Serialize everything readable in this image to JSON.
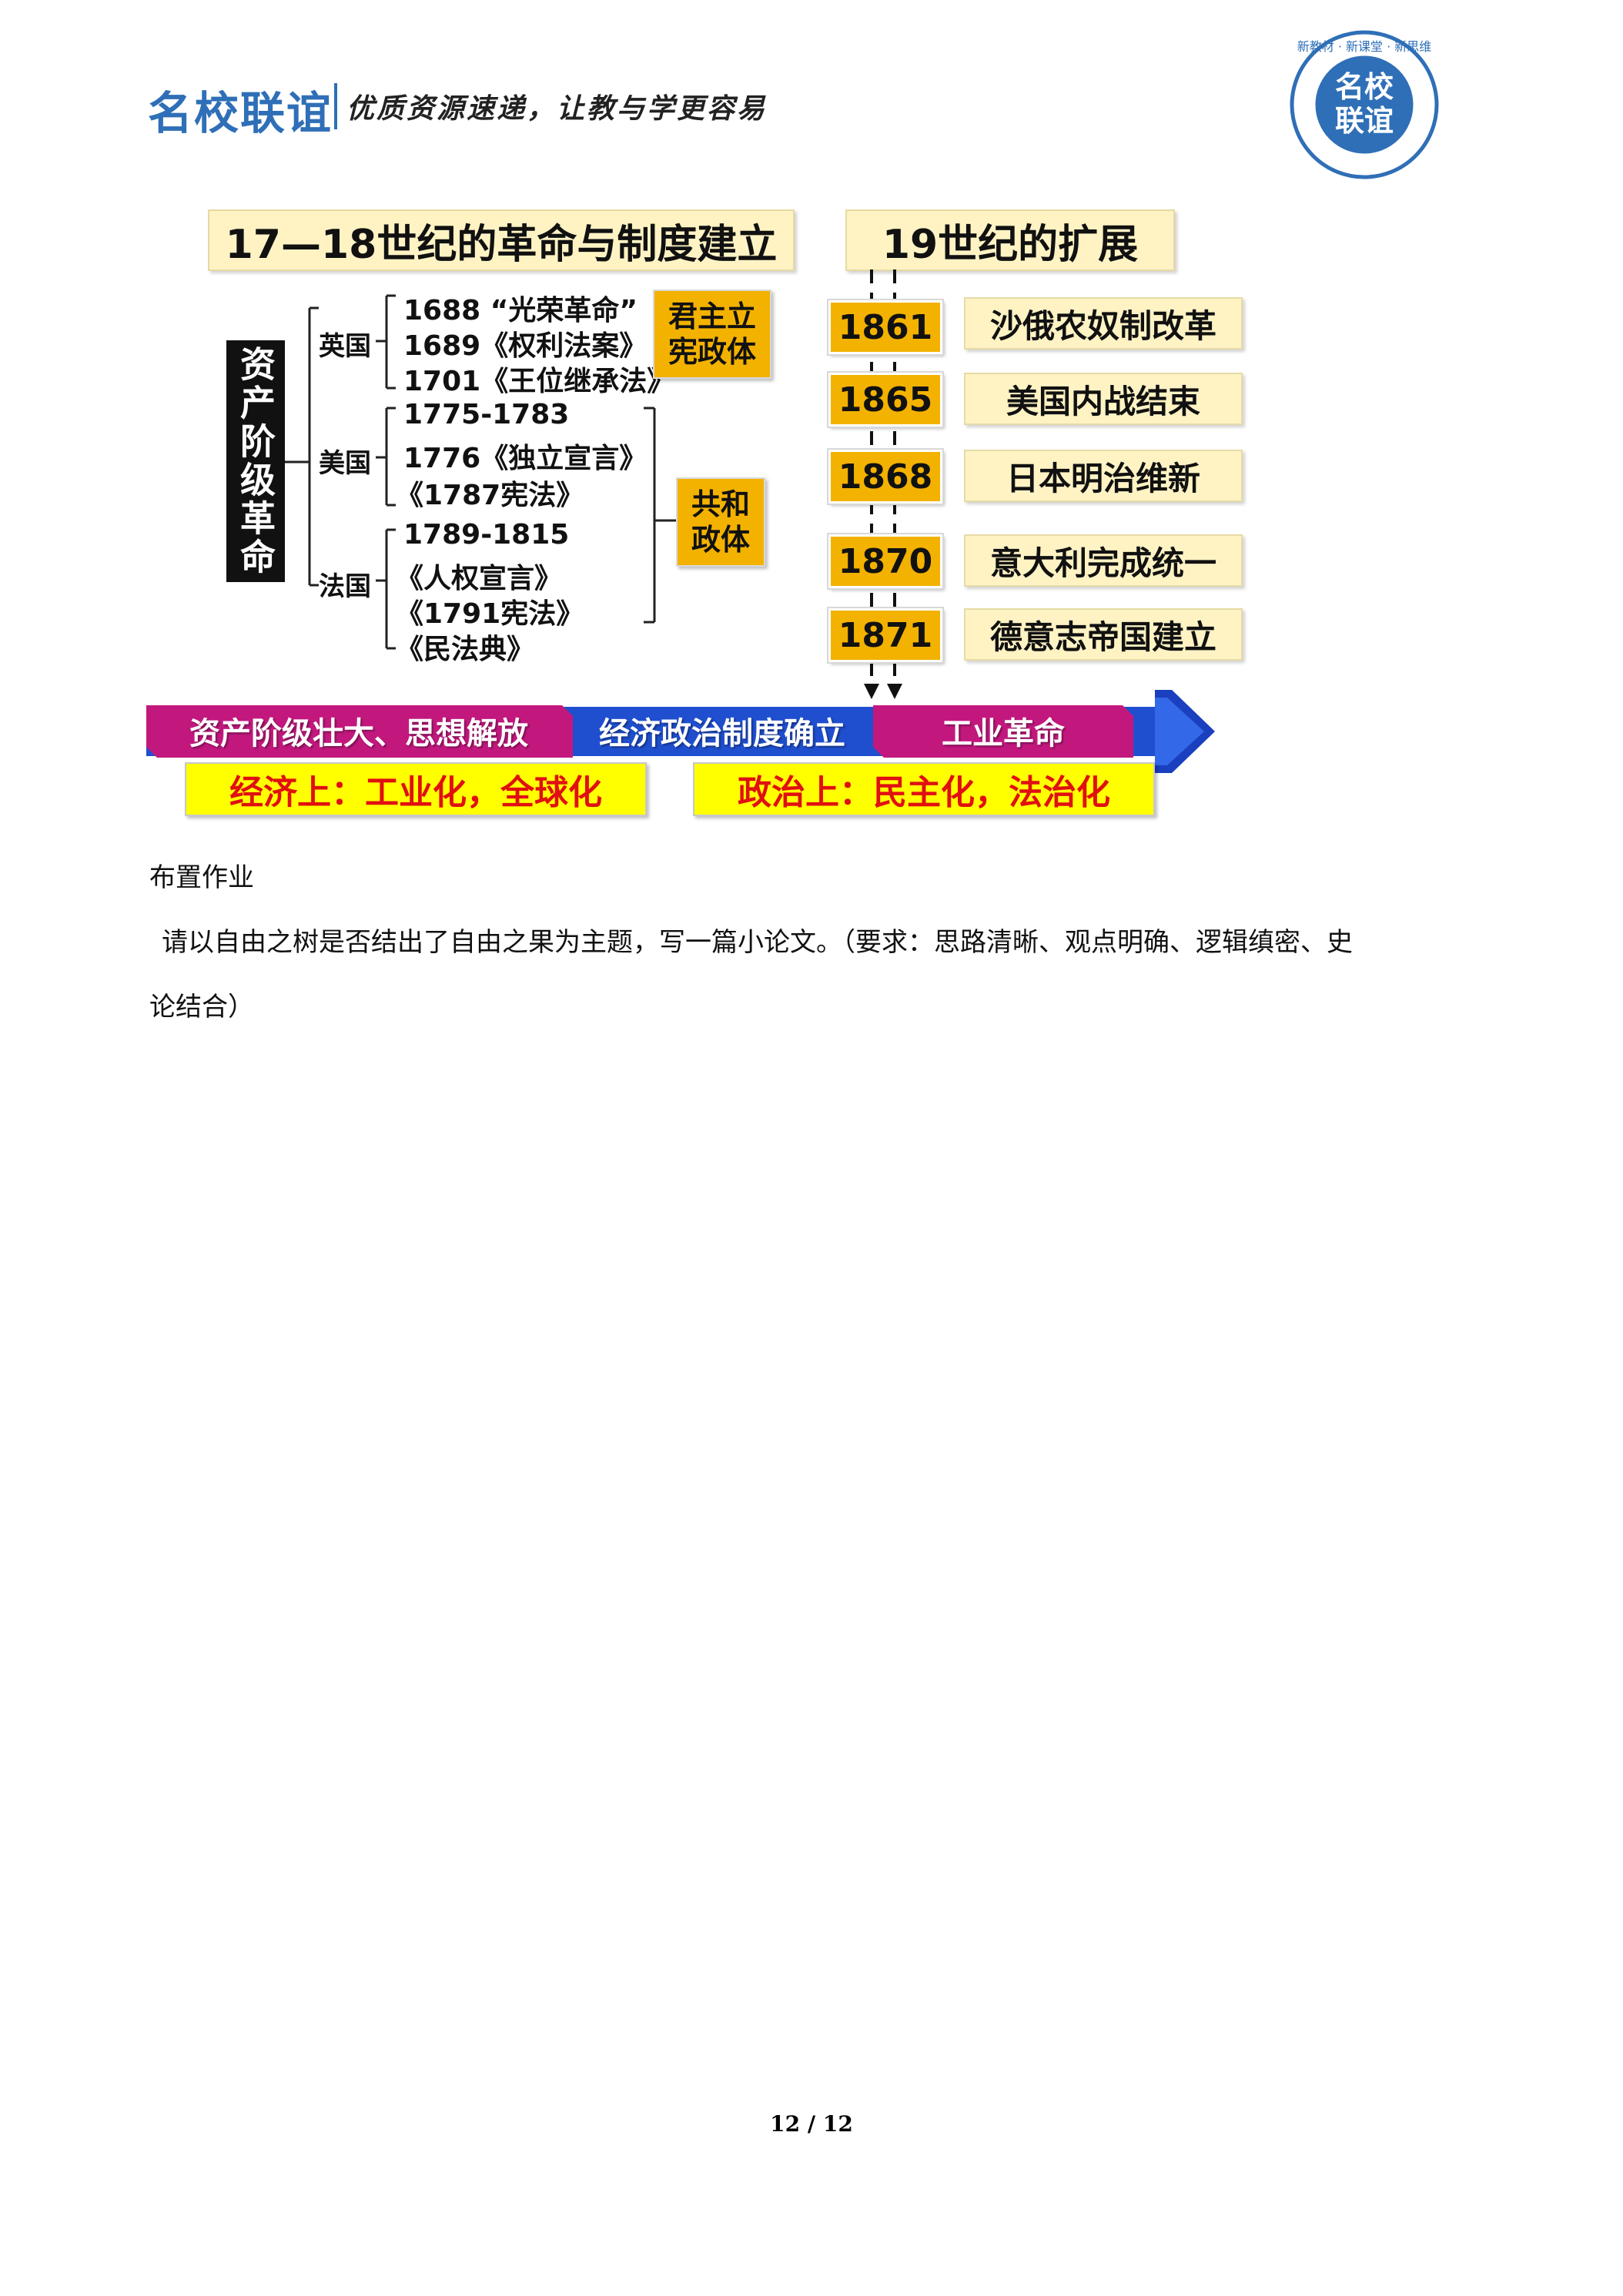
{
  "header": {
    "logo_text": "名校联谊",
    "slogan": "优质资源速递，让教与学更容易",
    "seal_center": "名校\n联谊",
    "seal_ring": "新教材 · 新课堂 · 新思维"
  },
  "diagram": {
    "left_title": "17—18世纪的革命与制度建立",
    "right_title": "19世纪的扩展",
    "vertical_label": "资产阶级革命",
    "countries": [
      {
        "name": "英国",
        "items": [
          "1688 “光荣革命”",
          "1689《权利法案》",
          "1701《王位继承法》"
        ]
      },
      {
        "name": "美国",
        "items": [
          "1775-1783",
          "1776《独立宣言》",
          "《1787宪法》"
        ]
      },
      {
        "name": "法国",
        "items": [
          "1789-1815",
          "《人权宣言》",
          "《1791宪法》",
          "《民法典》"
        ]
      }
    ],
    "gov_boxes": [
      "君主立宪政体",
      "共和政体"
    ],
    "gov_box_lines": [
      [
        "君主立",
        "宪政体"
      ],
      [
        "共和",
        "政体"
      ]
    ],
    "timeline": [
      {
        "year": "1861",
        "event": "沙俄农奴制改革"
      },
      {
        "year": "1865",
        "event": "美国内战结束"
      },
      {
        "year": "1868",
        "event": "日本明治维新"
      },
      {
        "year": "1870",
        "event": "意大利完成统一"
      },
      {
        "year": "1871",
        "event": "德意志帝国建立"
      }
    ],
    "band_labels": [
      "资产阶级壮大、思想解放",
      "经济政治制度确立",
      "工业革命"
    ],
    "bottom_boxes": [
      "经济上：工业化，全球化",
      "政治上：民主化，法治化"
    ],
    "colors": {
      "band_magenta": "#c2187e",
      "band_blue": "#1f4fcf",
      "gold": "#f3b200",
      "cream": "#fff3c4"
    }
  },
  "body": {
    "heading": "布置作业",
    "paragraph_line1": "请以自由之树是否结出了自由之果为主题，写一篇小论文。（要求：思路清晰、观点明确、逻辑缜密、史",
    "paragraph_line2": "论结合）"
  },
  "footer": {
    "page": "12 / 12"
  }
}
